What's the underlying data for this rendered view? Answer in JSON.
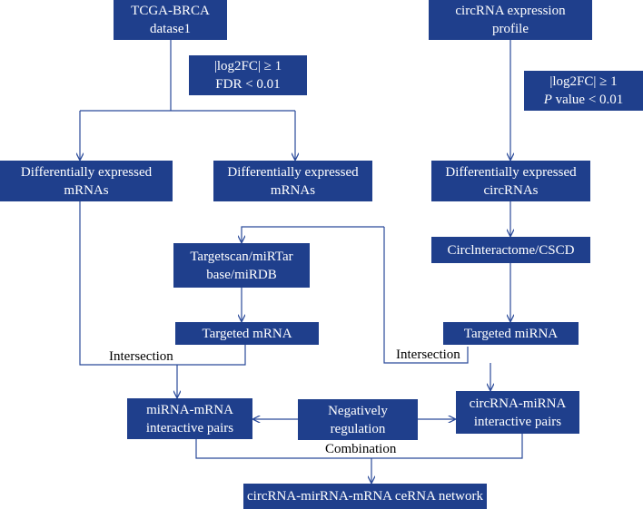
{
  "nodes": {
    "tcga": [
      "TCGA-BRCA",
      "datase1"
    ],
    "circ_profile": [
      "circRNA expression",
      "profile"
    ],
    "crit_left": [
      "|log2FC| ≥ 1",
      "FDR < 0.01"
    ],
    "crit_right": {
      "line1": "|log2FC| ≥ 1",
      "line2_italic": "P",
      "line2_rest": " value < 0.01"
    },
    "dem_left": [
      "Differentially expressed",
      "mRNAs"
    ],
    "dem_mid": [
      "Differentially expressed",
      "mRNAs"
    ],
    "dec": [
      "Differentially expressed",
      "circRNAs"
    ],
    "targetscan": [
      "Targetscan/miRTar",
      "base/miRDB"
    ],
    "circint": [
      "Circlnteractome/CSCD"
    ],
    "targeted_mrna": [
      "Targeted mRNA"
    ],
    "targeted_mirna": [
      "Targeted miRNA"
    ],
    "mirna_mrna": [
      "miRNA-mRNA",
      "interactive pairs"
    ],
    "neg_reg": [
      "Negatively",
      "regulation"
    ],
    "circ_mirna": [
      "circRNA-miRNA",
      "interactive pairs"
    ],
    "cerna": [
      "circRNA-mirRNA-mRNA ceRNA network"
    ]
  },
  "labels": {
    "intersection_left": "Intersection",
    "intersection_right": "Intersection",
    "combination": "Combination"
  },
  "colors": {
    "box_fill": "#1f3f8c",
    "box_text": "#ffffff",
    "line": "#2a4a9a"
  }
}
